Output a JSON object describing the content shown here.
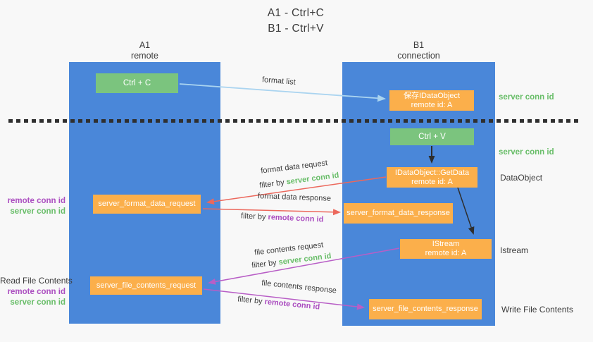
{
  "title": {
    "line1": "A1 - Ctrl+C",
    "line2": "B1 - Ctrl+V"
  },
  "columns": {
    "a1": {
      "name": "A1",
      "subtitle": "remote"
    },
    "b1": {
      "name": "B1",
      "subtitle": "connection"
    }
  },
  "boxes": {
    "ctrl_c": {
      "label": "Ctrl + C"
    },
    "save_idataobject": {
      "line1": "保存IDataObject",
      "line2": "remote id: A"
    },
    "ctrl_v": {
      "label": "Ctrl + V"
    },
    "getdata": {
      "line1": "IDataObject::GetData",
      "line2": "remote id: A"
    },
    "format_request": {
      "label": "server_format_data_request"
    },
    "format_response": {
      "label": "server_format_data_response"
    },
    "istream": {
      "line1": "IStream",
      "line2": "remote id: A"
    },
    "file_request": {
      "label": "server_file_contents_request"
    },
    "file_response": {
      "label": "server_file_contents_response"
    }
  },
  "arrow_labels": {
    "format_list": "format list",
    "format_data_request": "format data request",
    "format_data_response": "format data response",
    "file_contents_request": "file contents request",
    "file_contents_response": "file contents response",
    "filter_by": "filter by",
    "server_conn_id": "server conn id",
    "remote_conn_id": "remote conn id"
  },
  "side_labels": {
    "server_conn_id": "server conn id",
    "remote_conn_id": "remote conn id",
    "data_object": "DataObject",
    "istream": "Istream",
    "read_file_contents": "Read File Contents",
    "write_file_contents": "Write File Contents"
  },
  "colors": {
    "lifeline_blue": "#4a87d9",
    "box_green": "#7bc47e",
    "box_orange": "#fbaf4b",
    "arrow_lightblue": "#aad4f0",
    "arrow_red": "#ec685c",
    "arrow_magenta": "#b85ec6",
    "text_green": "#68bd68",
    "text_purple": "#ab4ec0",
    "text_dark": "#3b3b3b",
    "background": "#f8f8f8"
  }
}
